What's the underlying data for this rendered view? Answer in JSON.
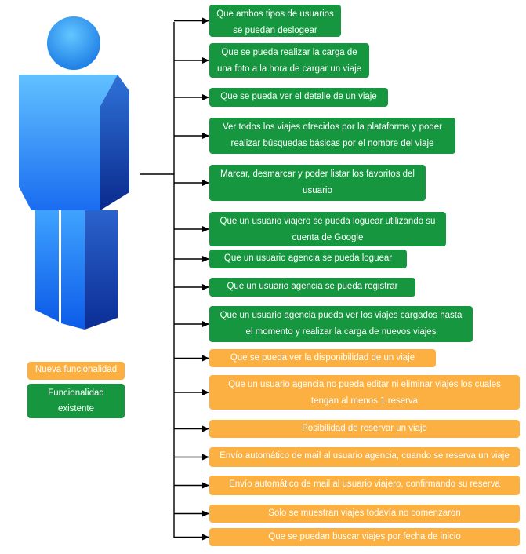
{
  "colors": {
    "existing": "#16963f",
    "new": "#fbb041",
    "figure_dark": "#0a2a8c",
    "figure_light": "#5fc0ff"
  },
  "legend": {
    "new_label": "Nueva funcionalidad",
    "existing_label_line1": "Funcionalidad",
    "existing_label_line2": "existente"
  },
  "items": [
    {
      "status": "existing",
      "line1": "Que ambos tipos de usuarios",
      "line2": "se puedan deslogear"
    },
    {
      "status": "existing",
      "line1": "Que se pueda realizar  la carga de",
      "line2": "una foto a la hora de cargar un viaje"
    },
    {
      "status": "existing",
      "line1": "Que se pueda ver el detalle de un viaje",
      "line2": ""
    },
    {
      "status": "existing",
      "line1": "Ver todos los viajes ofrecidos por la plataforma y poder",
      "line2": "realizar búsquedas básicas por el nombre del viaje"
    },
    {
      "status": "existing",
      "line1": "Marcar, desmarcar y poder listar los favoritos del",
      "line2": "usuario"
    },
    {
      "status": "existing",
      "line1": "Que un usuario viajero se pueda loguear utilizando su",
      "line2": "cuenta de Google"
    },
    {
      "status": "existing",
      "line1": "Que un usuario agencia se pueda loguear",
      "line2": ""
    },
    {
      "status": "existing",
      "line1": "Que un usuario agencia se pueda registrar",
      "line2": ""
    },
    {
      "status": "existing",
      "line1": "Que un usuario agencia pueda ver los viajes cargados hasta",
      "line2": "el momento y realizar la carga de nuevos viajes"
    },
    {
      "status": "new",
      "line1": "Que se pueda ver la disponibilidad de un viaje",
      "line2": ""
    },
    {
      "status": "new",
      "line1": "Que un usuario agencia no pueda editar ni eliminar viajes los cuales",
      "line2": "tengan al menos 1 reserva"
    },
    {
      "status": "new",
      "line1": "Posibilidad de reservar un viaje",
      "line2": ""
    },
    {
      "status": "new",
      "line1": "Envío automático de mail al usuario agencia, cuando se reserva un viaje",
      "line2": ""
    },
    {
      "status": "new",
      "line1": "Envío automático de mail al usuario viajero, confirmando su reserva",
      "line2": ""
    },
    {
      "status": "new",
      "line1": "Solo se muestran viajes todavía no comenzaron",
      "line2": ""
    },
    {
      "status": "new",
      "line1": "Que se puedan buscar viajes por fecha de inicio",
      "line2": ""
    }
  ]
}
